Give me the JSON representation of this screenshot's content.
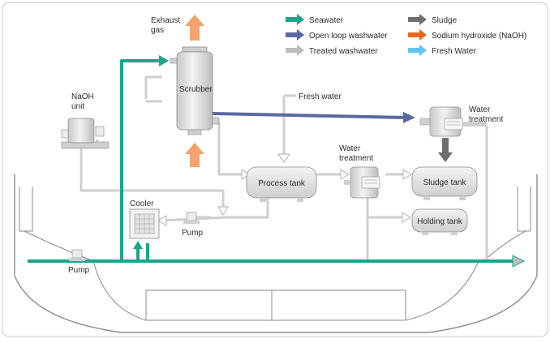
{
  "legend": [
    {
      "label": "Seawater",
      "color": "#1aa58c"
    },
    {
      "label": "Open loop washwater",
      "color": "#5a6aa0"
    },
    {
      "label": "Treated washwater",
      "color": "#bdbdbd"
    },
    {
      "label": "Sludge",
      "color": "#6e6e6e"
    },
    {
      "label": "Sodium hydroxide (NaOH)",
      "color": "#e8651f"
    },
    {
      "label": "Fresh Water",
      "color": "#62c6ee"
    }
  ],
  "labels": {
    "exhaust_line1": "Exhaust",
    "exhaust_line2": "gas",
    "scrubber": "Scrubber",
    "naoh_line1": "NaOH",
    "naoh_line2": "unit",
    "fresh_water": "Fresh water",
    "water_treatment_top_line1": "Water",
    "water_treatment_top_line2": "treatment",
    "water_treatment_mid_line1": "Water",
    "water_treatment_mid_line2": "treatment",
    "process_tank": "Process tank",
    "sludge_tank": "Sludge tank",
    "holding_tank": "Holding tank",
    "cooler": "Cooler",
    "pump_mid": "Pump",
    "pump_bottom": "Pump"
  },
  "colors": {
    "exhaust_arrow": "#f5a36a",
    "hull": "#8a8a8a",
    "equipment": "#d8d8d8"
  }
}
